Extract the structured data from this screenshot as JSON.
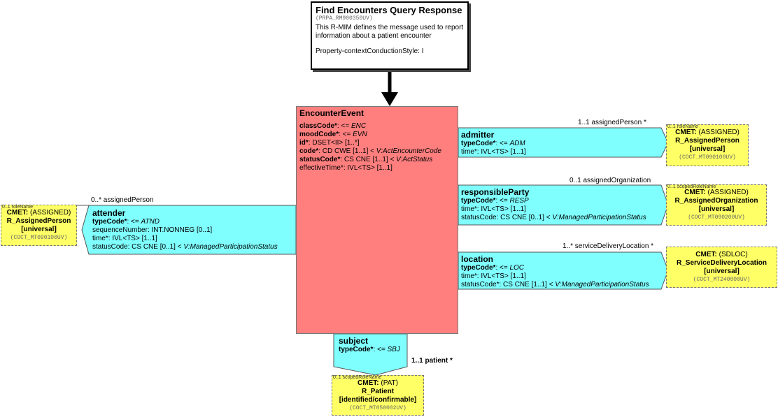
{
  "header": {
    "title": "Find Encounters Query Response",
    "id": "(PRPA_RM900350UV)",
    "description": "This R-MIM defines the message used to report information about a patient encounter",
    "style": "Property-contextConductionStyle: I"
  },
  "encounter": {
    "name": "EncounterEvent",
    "attrs": [
      {
        "name": "classCode*",
        "rest": ": <= ",
        "ital": "ENC",
        "bold": true
      },
      {
        "name": "moodCode*",
        "rest": ": <= ",
        "ital": "EVN",
        "bold": true
      },
      {
        "name": "id*",
        "rest": ": DSET<II> [1..*]",
        "ital": "",
        "bold": true
      },
      {
        "name": "code*",
        "rest": ": CD CWE [1..1] < ",
        "ital": "V:ActEncounterCode",
        "bold": true
      },
      {
        "name": "statusCode*",
        "rest": ": CS CNE [1..1] < ",
        "ital": "V:ActStatus",
        "bold": true
      },
      {
        "name": "effectiveTime*",
        "rest": ": IVL<TS> [1..1]",
        "ital": "",
        "bold": false
      }
    ]
  },
  "participations": {
    "attender": {
      "name": "attender",
      "lines": [
        {
          "name": "typeCode*",
          "rest": ": <= ",
          "ital": "ATND",
          "bold": true
        },
        {
          "name": "sequenceNumber",
          "rest": ": INT.NONNEG [0..1]",
          "ital": "",
          "bold": false
        },
        {
          "name": "time*",
          "rest": ": IVL<TS> [1..1]",
          "ital": "",
          "bold": false
        },
        {
          "name": "statusCode",
          "rest": ": CS CNE [0..1] < ",
          "ital": "V:ManagedParticipationStatus",
          "bold": false
        }
      ],
      "role_label": "0..* assignedPerson"
    },
    "admitter": {
      "name": "admitter",
      "lines": [
        {
          "name": "typeCode*",
          "rest": ": <= ",
          "ital": "ADM",
          "bold": true
        },
        {
          "name": "time*",
          "rest": ": IVL<TS> [1..1]",
          "ital": "",
          "bold": false
        }
      ],
      "role_label": "1..1 assignedPerson  *"
    },
    "responsibleParty": {
      "name": "responsibleParty",
      "lines": [
        {
          "name": "typeCode*",
          "rest": ": <= ",
          "ital": "RESP",
          "bold": true
        },
        {
          "name": "time*",
          "rest": ": IVL<TS> [1..1]",
          "ital": "",
          "bold": false
        },
        {
          "name": "statusCode",
          "rest": ": CS CNE [0..1] < ",
          "ital": "V:ManagedParticipationStatus",
          "bold": false
        }
      ],
      "role_label": "0..1 assignedOrganization"
    },
    "location": {
      "name": "location",
      "lines": [
        {
          "name": "typeCode*",
          "rest": ": <= ",
          "ital": "LOC",
          "bold": true
        },
        {
          "name": "time*",
          "rest": ": IVL<TS> [1..1]",
          "ital": "",
          "bold": false
        },
        {
          "name": "statusCode*",
          "rest": ": CS CNE [1..1] < ",
          "ital": "V:ManagedParticipationStatus",
          "bold": false
        }
      ],
      "role_label": "1..* serviceDeliveryLocation  *"
    },
    "subject": {
      "name": "subject",
      "lines": [
        {
          "name": "typeCode*",
          "rest": ": <= ",
          "ital": "SBJ",
          "bold": true
        }
      ],
      "role_label": "1..1 patient  *"
    }
  },
  "cmets": {
    "attender": {
      "small": "0..1 roleName",
      "cmet": "CMET:",
      "cls": "(ASSIGNED)",
      "name": "R_AssignedPerson",
      "flavor": "[universal]",
      "code": "(COCT_MT090100UV)"
    },
    "admitter": {
      "small": "0..1 roleName",
      "cmet": "CMET:",
      "cls": "(ASSIGNED)",
      "name": "R_AssignedPerson",
      "flavor": "[universal]",
      "code": "(COCT_MT090100UV)"
    },
    "responsibleParty": {
      "small": "0..1 scopedRoleName",
      "cmet": "CMET:",
      "cls": "(ASSIGNED)",
      "name": "R_AssignedOrganization",
      "flavor": "[universal]",
      "code": "(COCT_MT090200UV)"
    },
    "location": {
      "small": "",
      "cmet": "CMET:",
      "cls": "(SDLOC)",
      "name": "R_ServiceDeliveryLocation",
      "flavor": "[universal]",
      "code": "(COCT_MT240000UV)"
    },
    "subject": {
      "small": "0..1 scopedRoleName",
      "cmet": "CMET:",
      "cls": "(PAT)",
      "name": "R_Patient",
      "flavor": "[identified/confirmable]",
      "code": "(COCT_MT050002UV)"
    }
  },
  "colors": {
    "act": "#ff7f7f",
    "participation": "#80ffff",
    "cmet": "#ffff66"
  }
}
